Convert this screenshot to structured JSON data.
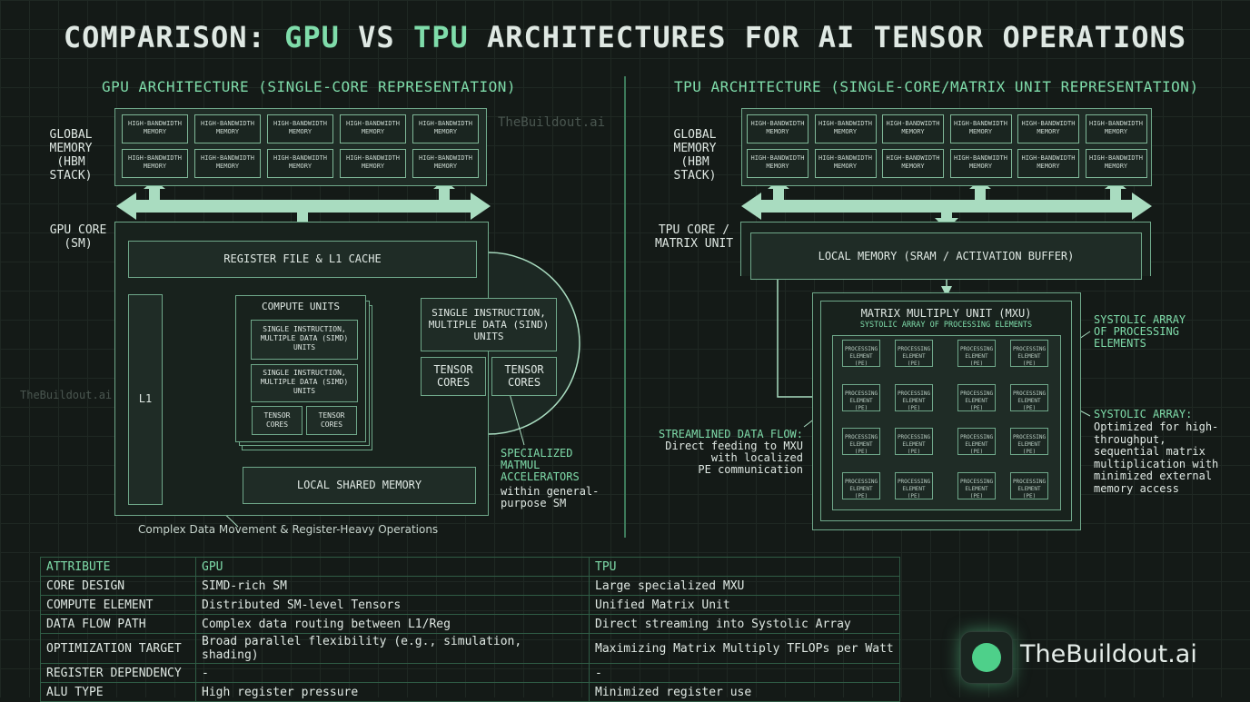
{
  "title": {
    "part1": "COMPARISON: ",
    "gpu": "GPU",
    "vs": " VS ",
    "tpu": "TPU",
    "part2": " ARCHITECTURES FOR AI TENSOR OPERATIONS"
  },
  "gpu": {
    "heading": "GPU ARCHITECTURE (SINGLE-CORE REPRESENTATION)",
    "global_memory_label": "GLOBAL\nMEMORY\n(HBM STACK)",
    "hbm_row1": [
      "HIGH-BANDWIDTH MEMORY",
      "HIGH-BANDWIDTH MEMORY",
      "HIGH-BANDWIDTH MEMORY",
      "HIGH-BANDWIDTH MEMORY",
      "HIGH-BANDWIDTH MEMORY"
    ],
    "hbm_row2": [
      "HIGH-BANDWIDTH MEMORY",
      "HIGH-BANDWIDTH MEMORY",
      "HIGH-BANDWIDTH MEMORY",
      "HIGH-BANDWIDTH MEMORY",
      "HIGH-BANDWIDTH MEMORY"
    ],
    "core_label": "GPU CORE\n(SM)",
    "register_file": "REGISTER FILE & L1 CACHE",
    "l1": "L1",
    "compute_units": "COMPUTE UNITS",
    "simd1": "SINGLE INSTRUCTION, MULTIPLE DATA (SIMD) UNITS",
    "simd2": "SINGLE INSTRUCTION, MULTIPLE DATA (SIMD) UNITS",
    "tensor1": "TENSOR CORES",
    "tensor2": "TENSOR CORES",
    "local_shared": "LOCAL SHARED MEMORY",
    "zoom_simd": "SINGLE INSTRUCTION, MULTIPLE DATA (SIND) UNITS",
    "zoom_tensor1": "TENSOR CORES",
    "zoom_tensor2": "TENSOR CORES",
    "callout_green": "SPECIALIZED\nMATMUL\nACCELERATORS",
    "callout_white": "within general-\npurpose SM",
    "caption": "Complex Data Movement & Register-Heavy Operations"
  },
  "tpu": {
    "heading": "TPU ARCHITECTURE (SINGLE-CORE/MATRIX UNIT REPRESENTATION)",
    "global_memory_label": "GLOBAL\nMEMORY\n(HBM STACK)",
    "hbm_row1": [
      "HIGH-BANDWIDTH MEMORY",
      "HIGH-BANDWIDTH MEMORY",
      "HIGH-BANDWIDTH MEMORY",
      "HIGH-BANDWIDTH MEMORY",
      "HIGH-BANDWIDTH MEMORY",
      "HIGH-BANDWIDTH MEMORY"
    ],
    "hbm_row2": [
      "HIGH-BANDWIDTH MEMORY",
      "HIGH-BANDWIDTH MEMORY",
      "HIGH-BANDWIDTH MEMORY",
      "HIGH-BANDWIDTH MEMORY",
      "HIGH-BANDWIDTH MEMORY",
      "HIGH-BANDWIDTH MEMORY"
    ],
    "core_label": "TPU CORE /\nMATRIX UNIT",
    "local_memory": "LOCAL MEMORY (SRAM / ACTIVATION BUFFER)",
    "mxu_title": "MATRIX MULTIPLY UNIT (MXU)",
    "mxu_subtitle": "SYSTOLIC ARRAY OF PROCESSING ELEMENTS",
    "pe_label": "PROCESSING ELEMENT (PE)",
    "systolic_label": "SYSTOLIC ARRAY\nOF PROCESSING\nELEMENTS",
    "flow_green": "STREAMLINED DATA FLOW:",
    "flow_white": "Direct feeding to MXU\nwith localized\nPE communication",
    "systolic_green": "SYSTOLIC ARRAY:",
    "systolic_white": "Optimized for high-\nthroughput,\nsequential matrix\nmultiplication with\nminimized external\nmemory access"
  },
  "watermark": "TheBuildout.ai",
  "table": {
    "headers": [
      "ATTRIBUTE",
      "GPU",
      "TPU"
    ],
    "rows": [
      [
        "CORE DESIGN",
        "SIMD-rich SM",
        "Large specialized MXU"
      ],
      [
        "COMPUTE ELEMENT",
        "Distributed SM-level Tensors",
        "Unified Matrix Unit"
      ],
      [
        "DATA FLOW PATH",
        "Complex data routing between L1/Reg",
        "Direct streaming into Systolic Array"
      ],
      [
        "OPTIMIZATION TARGET",
        "Broad parallel flexibility (e.g., simulation, shading)",
        "Maximizing Matrix Multiply TFLOPs per Watt"
      ],
      [
        "REGISTER DEPENDENCY",
        "-",
        "-"
      ],
      [
        "ALU TYPE",
        "High register pressure",
        "Minimized register use"
      ]
    ]
  },
  "brand": "TheBuildout.ai",
  "colors": {
    "accent": "#7fdcaa",
    "background": "#141a17",
    "line": "#a9dcc0"
  }
}
